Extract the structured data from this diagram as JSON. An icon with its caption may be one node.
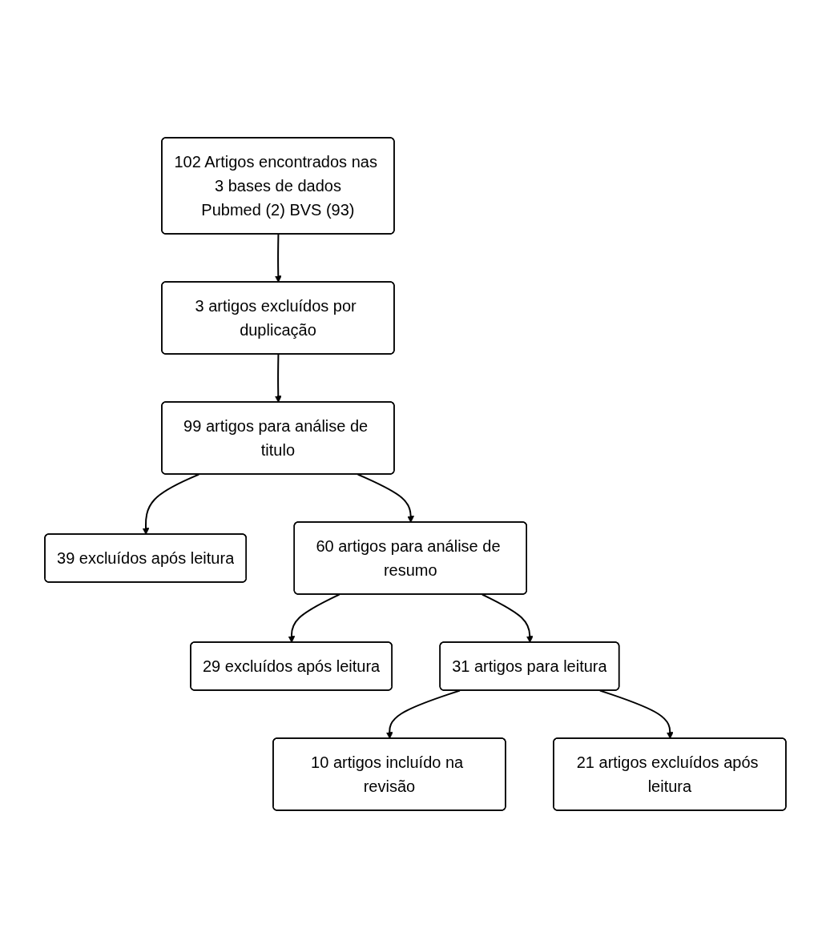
{
  "diagram": {
    "nodes": [
      {
        "text": [
          "102 Artigos encontrados nas 3 bases de dados",
          "Pubmed (2) BVS (93)"
        ]
      },
      {
        "text": [
          "3 artigos excluídos por duplicação"
        ]
      },
      {
        "text": [
          "99 artigos para análise de titulo"
        ]
      },
      {
        "text": [
          "39 excluídos após leitura"
        ]
      },
      {
        "text": [
          "60 artigos para análise de resumo"
        ]
      },
      {
        "text": [
          "29 excluídos após leitura"
        ]
      },
      {
        "text": [
          "31 artigos para leitura"
        ]
      },
      {
        "text": [
          "21 artigos excluídos após leitura"
        ]
      },
      {
        "text": [
          "10 artigos incluído na revisão"
        ]
      }
    ],
    "edges": [
      {
        "from": 0,
        "to": 1,
        "arrow": "to"
      },
      {
        "from": 1,
        "to": 2,
        "arrow": "to"
      },
      {
        "from": 2,
        "to": 4,
        "arrow": "to"
      },
      {
        "from": 2,
        "to": 3,
        "arrow": "to"
      },
      {
        "from": 4,
        "to": 6,
        "arrow": "to"
      },
      {
        "from": 4,
        "to": 5,
        "arrow": "to"
      },
      {
        "from": 6,
        "to": 8,
        "arrow": "to"
      },
      {
        "from": 6,
        "to": 7,
        "arrow": "to"
      }
    ]
  }
}
